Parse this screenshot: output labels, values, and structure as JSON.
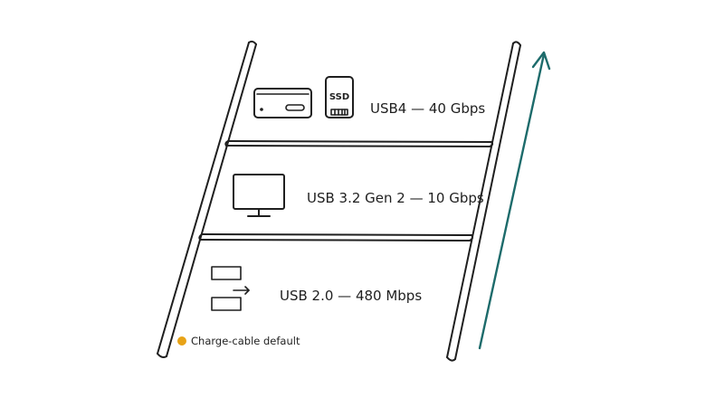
{
  "tiers": [
    {
      "label": "USB4 — 40 Gbps",
      "icons": [
        "mini-pc-icon",
        "ssd-icon"
      ],
      "ssd_label": "SSD"
    },
    {
      "label": "USB 3.2 Gen 2 — 10 Gbps",
      "icons": [
        "monitor-icon"
      ]
    },
    {
      "label": "USB 2.0 — 480 Mbps",
      "icons": [
        "transfer-icon"
      ]
    }
  ],
  "legend": {
    "label": "Charge-cable default",
    "marker_color": "#e8a317"
  },
  "colors": {
    "ink": "#1f1f1f",
    "arrow": "#1d6b6b",
    "marker": "#e8a317"
  }
}
